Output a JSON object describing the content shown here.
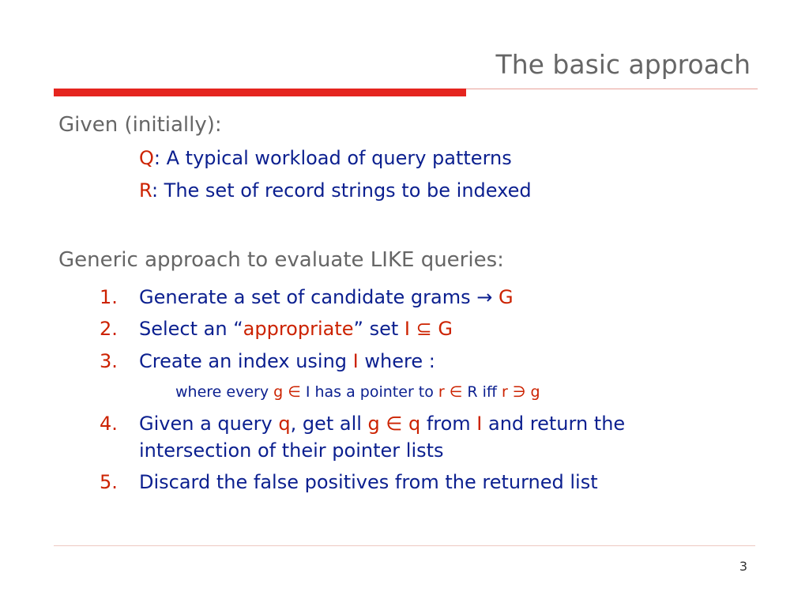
{
  "title": "The basic approach",
  "page_number": "3",
  "given": {
    "heading": "Given (initially):",
    "q_sym": "Q",
    "q_text": ": A typical workload of query patterns",
    "r_sym": "R",
    "r_text": ": The set of record strings to be indexed"
  },
  "generic": {
    "heading": "Generic approach to evaluate LIKE queries:",
    "steps": [
      {
        "num": "1.",
        "t1": "Generate a set of candidate grams ",
        "arrow": "→",
        "g": "G"
      },
      {
        "num": "2.",
        "t1": "Select an “",
        "appropriate": "appropriate",
        "t2": "” set ",
        "i": "I",
        "subset": "⊆",
        "g": "G"
      },
      {
        "num": "3.",
        "t1": "Create an index using ",
        "i": "I",
        "t2": " where :",
        "sub": {
          "t1": "where every ",
          "g": "g",
          "in1": "∈",
          "i": "I",
          "t2": " has a pointer to ",
          "r": "r",
          "in2": "∈",
          "R": "R",
          "t3": " iff ",
          "r2": "r",
          "contains": "∋",
          "g2": "g"
        }
      },
      {
        "num": "4.",
        "t1": "Given a query ",
        "q": "q",
        "t2": ", get all ",
        "g": "g",
        "in": "∈",
        "q2": "q",
        "t3": " from ",
        "i": "I",
        "t4": " and return the",
        "t5": "intersection of  their pointer lists"
      },
      {
        "num": "5.",
        "t1": "Discard the false positives from the returned list"
      }
    ]
  }
}
